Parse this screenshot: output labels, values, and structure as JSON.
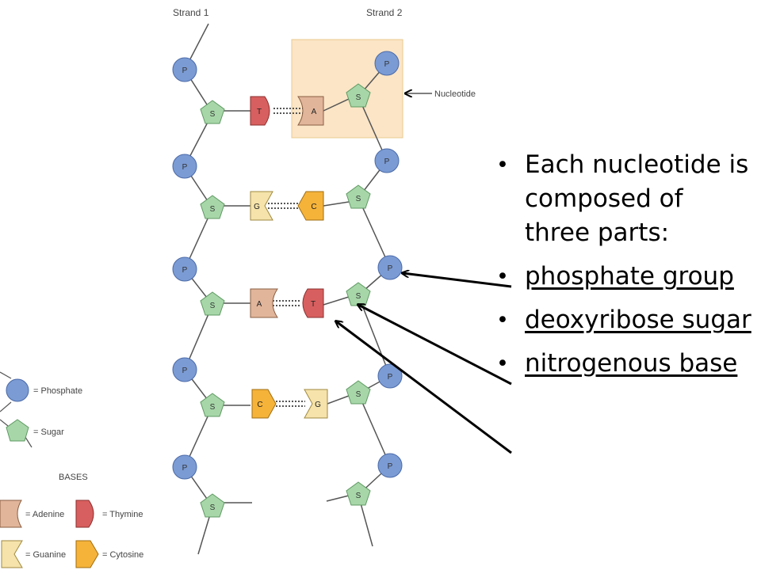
{
  "diagram": {
    "strand_1_label": "Strand 1",
    "strand_2_label": "Strand 2",
    "nucleotide_label": "Nucleotide",
    "phosphate_letter": "P",
    "sugar_letter": "S",
    "base_pairs": [
      {
        "left": "T",
        "right": "A"
      },
      {
        "left": "G",
        "right": "C"
      },
      {
        "left": "A",
        "right": "T"
      },
      {
        "left": "C",
        "right": "G"
      }
    ],
    "legend": {
      "phosphate": "= Phosphate",
      "sugar": "= Sugar",
      "bases_heading": "BASES",
      "adenine": "= Adenine",
      "thymine": "= Thymine",
      "guanine": "= Guanine",
      "cytosine": "= Cytosine"
    }
  },
  "bullets": [
    {
      "text": "Each nucleotide is composed of three parts:",
      "underlined": false
    },
    {
      "text": "phosphate group",
      "underlined": true
    },
    {
      "text": "deoxyribose sugar",
      "underlined": true
    },
    {
      "text": "nitrogenous base",
      "underlined": true
    }
  ],
  "colors": {
    "phosphate": "#7b9bd4",
    "sugar": "#a7d7a9",
    "adenine": "#e1b59a",
    "thymine": "#d85f5f",
    "guanine": "#f5e3ab",
    "cytosine": "#f5b33a",
    "nucleotide_highlight": "#fbe5c6",
    "strand_line": "#555555"
  }
}
